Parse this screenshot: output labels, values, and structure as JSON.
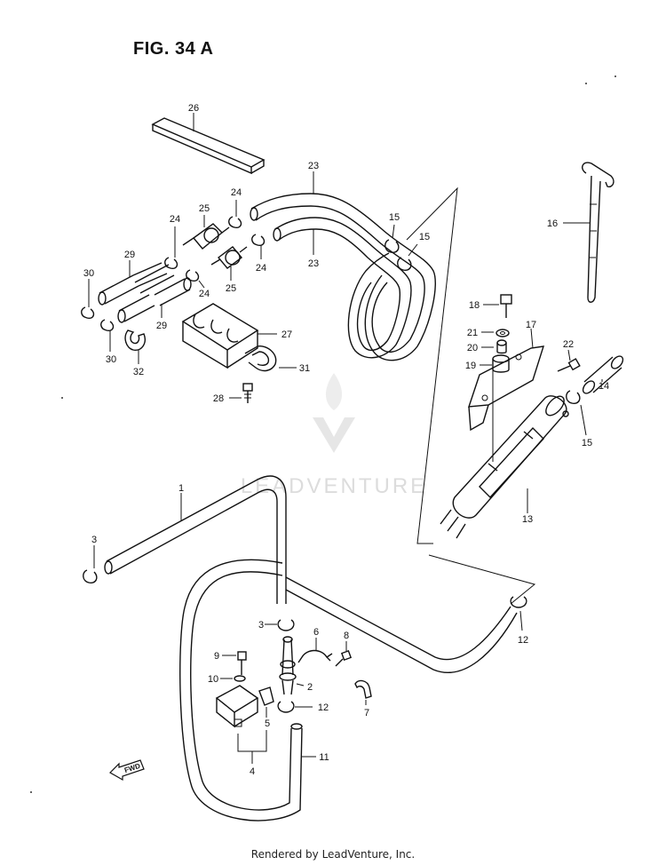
{
  "figure": {
    "title": "FIG. 34 A"
  },
  "footer": {
    "text": "Rendered by LeadVenture, Inc."
  },
  "watermark": {
    "text": "LEADVENTURE"
  },
  "fwd_marker": {
    "text": "FWD"
  },
  "callouts": [
    {
      "id": "c26",
      "label": "26"
    },
    {
      "id": "c23a",
      "label": "23"
    },
    {
      "id": "c23b",
      "label": "23"
    },
    {
      "id": "c24a",
      "label": "24"
    },
    {
      "id": "c24b",
      "label": "24"
    },
    {
      "id": "c24c",
      "label": "24"
    },
    {
      "id": "c24d",
      "label": "24"
    },
    {
      "id": "c25a",
      "label": "25"
    },
    {
      "id": "c25b",
      "label": "25"
    },
    {
      "id": "c15a",
      "label": "15"
    },
    {
      "id": "c15b",
      "label": "15"
    },
    {
      "id": "c15c",
      "label": "15"
    },
    {
      "id": "c16",
      "label": "16"
    },
    {
      "id": "c29a",
      "label": "29"
    },
    {
      "id": "c29b",
      "label": "29"
    },
    {
      "id": "c30a",
      "label": "30"
    },
    {
      "id": "c30b",
      "label": "30"
    },
    {
      "id": "c32",
      "label": "32"
    },
    {
      "id": "c27",
      "label": "27"
    },
    {
      "id": "c31",
      "label": "31"
    },
    {
      "id": "c28",
      "label": "28"
    },
    {
      "id": "c18",
      "label": "18"
    },
    {
      "id": "c21",
      "label": "21"
    },
    {
      "id": "c20",
      "label": "20"
    },
    {
      "id": "c19",
      "label": "19"
    },
    {
      "id": "c17",
      "label": "17"
    },
    {
      "id": "c22",
      "label": "22"
    },
    {
      "id": "c14",
      "label": "14"
    },
    {
      "id": "c13",
      "label": "13"
    },
    {
      "id": "c1",
      "label": "1"
    },
    {
      "id": "c3a",
      "label": "3"
    },
    {
      "id": "c3b",
      "label": "3"
    },
    {
      "id": "c12a",
      "label": "12"
    },
    {
      "id": "c12b",
      "label": "12"
    },
    {
      "id": "c6",
      "label": "6"
    },
    {
      "id": "c8",
      "label": "8"
    },
    {
      "id": "c9",
      "label": "9"
    },
    {
      "id": "c10",
      "label": "10"
    },
    {
      "id": "c2",
      "label": "2"
    },
    {
      "id": "c5",
      "label": "5"
    },
    {
      "id": "c7",
      "label": "7"
    },
    {
      "id": "c4",
      "label": "4"
    },
    {
      "id": "c11",
      "label": "11"
    }
  ]
}
